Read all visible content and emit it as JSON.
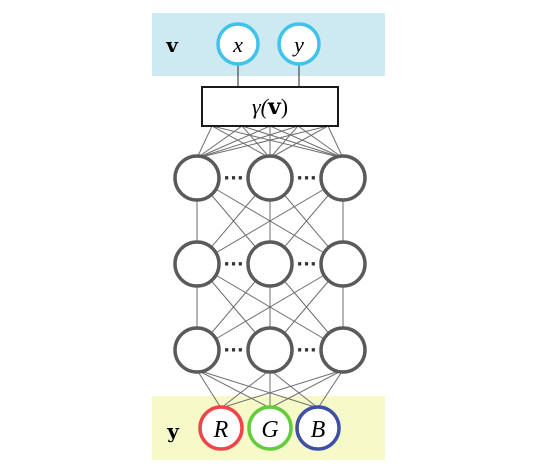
{
  "input_band": {
    "label": "v",
    "fill": "#cde9f1",
    "nodes": [
      {
        "label": "x",
        "stroke": "#3ec4ea"
      },
      {
        "label": "y",
        "stroke": "#3ec4ea"
      }
    ]
  },
  "encoding_box": {
    "prefix": "γ(",
    "arg": "v",
    "suffix": ")"
  },
  "hidden_layers": {
    "layers": 3,
    "nodes_per_layer": 3,
    "ellipsis": "···",
    "node_stroke": "#5a5a5a",
    "edge_color": "#6e6e6e"
  },
  "output_band": {
    "label": "y",
    "fill": "#f6f9c8",
    "nodes": [
      {
        "label": "R",
        "stroke": "#ef4449"
      },
      {
        "label": "G",
        "stroke": "#62cc3c"
      },
      {
        "label": "B",
        "stroke": "#3e4fa5"
      }
    ]
  }
}
